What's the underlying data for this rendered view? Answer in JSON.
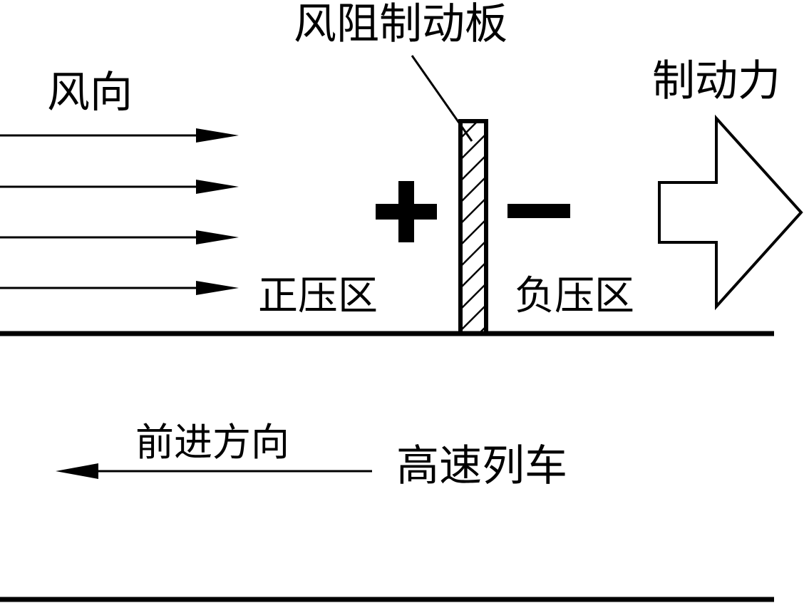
{
  "labels": {
    "wind_direction": "风向",
    "brake_plate": "风阻制动板",
    "braking_force": "制动力",
    "positive_zone": "正压区",
    "negative_zone": "负压区",
    "forward_direction": "前进方向",
    "train": "高速列车",
    "positive_sign": "+",
    "negative_sign": "−"
  },
  "colors": {
    "ink": "#000000",
    "background": "#ffffff"
  }
}
